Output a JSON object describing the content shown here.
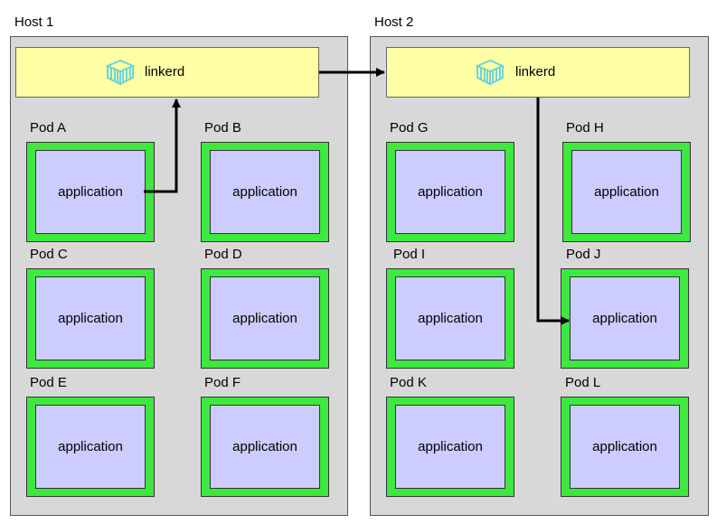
{
  "hosts": [
    {
      "label": "Host 1",
      "linkerd": "linkerd",
      "pods": [
        {
          "name": "Pod A",
          "app": "application"
        },
        {
          "name": "Pod B",
          "app": "application"
        },
        {
          "name": "Pod C",
          "app": "application"
        },
        {
          "name": "Pod D",
          "app": "application"
        },
        {
          "name": "Pod E",
          "app": "application"
        },
        {
          "name": "Pod F",
          "app": "application"
        }
      ]
    },
    {
      "label": "Host 2",
      "linkerd": "linkerd",
      "pods": [
        {
          "name": "Pod G",
          "app": "application"
        },
        {
          "name": "Pod H",
          "app": "application"
        },
        {
          "name": "Pod I",
          "app": "application"
        },
        {
          "name": "Pod J",
          "app": "application"
        },
        {
          "name": "Pod K",
          "app": "application"
        },
        {
          "name": "Pod L",
          "app": "application"
        }
      ]
    }
  ],
  "colors": {
    "host_bg": "#d8d8d8",
    "linkerd_bg": "#ffffa6",
    "pod_border": "#3ee83e",
    "app_bg": "#ccccff",
    "logo": "#6fd3d8"
  },
  "icons": [
    "linkerd-logo-icon"
  ]
}
